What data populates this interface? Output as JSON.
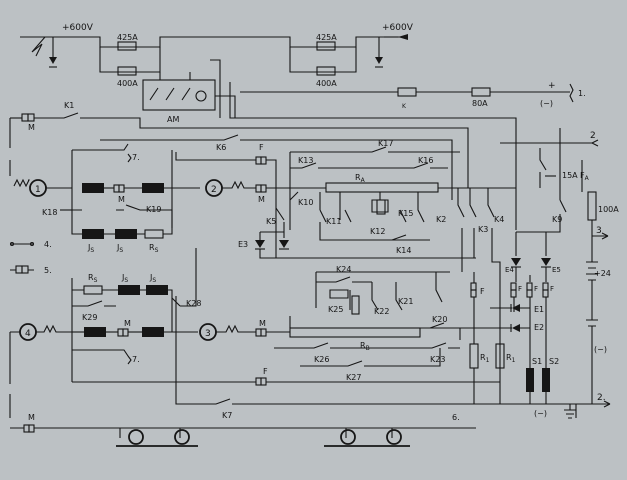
{
  "supply": {
    "left": "+600V",
    "right": "+600V"
  },
  "fuses": {
    "f425a_left": "425A",
    "f400a_left": "400A",
    "f425a_right": "425A",
    "f400a_right": "400A",
    "f80a": "80A",
    "f100a": "100A",
    "f15a": "15A"
  },
  "labels": {
    "am": "AM",
    "rk": "R",
    "rk_sub": "K",
    "plus": "+",
    "minus_top": "(−)",
    "ref1": "1.",
    "ref2_top": "2",
    "ref3": "3",
    "ref2_bot": "2.",
    "fa": "F",
    "fa_sub": "A",
    "plus24": "+24",
    "minus_mid": "(−)",
    "minus_bot": "(−)",
    "ref6": "6.",
    "ref7_top": "7.",
    "ref7_bot": "7.",
    "legend4": "4.",
    "legend5": "5."
  },
  "motors": {
    "m1": "1",
    "m2": "2",
    "m3": "3",
    "m4": "4"
  },
  "contactors": {
    "k1": "K1",
    "k2": "K2",
    "k3": "K3",
    "k4": "K4",
    "k5": "K5",
    "k6": "K6",
    "k7": "K7",
    "k9": "K9",
    "k10": "K10",
    "k11": "K11",
    "k12": "K12",
    "k13": "K13",
    "k14": "K14",
    "k15": "K15",
    "k16": "K16",
    "k17": "K17",
    "k18": "K18",
    "k19": "K19",
    "k20": "K20",
    "k21": "K21",
    "k22": "K22",
    "k23": "K23",
    "k24": "K24",
    "k25": "K25",
    "k26": "K26",
    "k27": "K27",
    "k28": "K28",
    "k29": "K29"
  },
  "resistors": {
    "ra": "R",
    "ra_sub": "A",
    "rb": "R",
    "rb_sub": "B",
    "r1a": "R",
    "r1a_sub": "1",
    "r1b": "R",
    "r1b_sub": "1",
    "rs_top": "R",
    "rs_top_sub": "S",
    "rs_bot": "R",
    "rs_bot_sub": "S"
  },
  "fields": {
    "js1": "J",
    "js1_sub": "S",
    "js2": "J",
    "js2_sub": "S",
    "js3": "J",
    "js3_sub": "S",
    "js4": "J",
    "js4_sub": "S"
  },
  "blocks": {
    "m_top_left": "M",
    "m_mid": "M",
    "m_m2": "M",
    "m_bot_mid": "M",
    "m_m3": "M",
    "m_bottom": "M",
    "f_top": "F",
    "f_right": "F",
    "f_bottom": "F",
    "f_e4a": "F",
    "f_e4b": "F",
    "f_e5": "F"
  },
  "diodes": {
    "e1": "E1",
    "e2": "E2",
    "e3": "E3",
    "e4": "E4",
    "e5": "E5"
  },
  "signals": {
    "s1": "S1",
    "s2": "S2"
  },
  "colors": {
    "background": "#bcc1c4",
    "ink": "#161616"
  }
}
